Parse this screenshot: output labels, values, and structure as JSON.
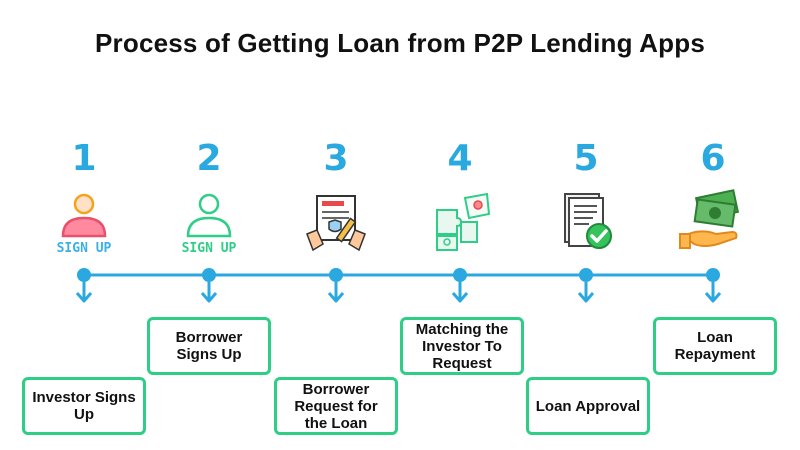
{
  "title": "Process of Getting Loan from P2P Lending Apps",
  "accent_color": "#2aa8e0",
  "box_border_color": "#2fce86",
  "steps": [
    {
      "number": "1",
      "icon": "person-sign-up-icon",
      "icon_text": "SIGN UP",
      "label": "Investor Signs Up"
    },
    {
      "number": "2",
      "icon": "person-sign-up-icon",
      "icon_text": "SIGN UP",
      "label": "Borrower Signs Up"
    },
    {
      "number": "3",
      "icon": "document-request-icon",
      "icon_text": "",
      "label": "Borrower Request for the Loan"
    },
    {
      "number": "4",
      "icon": "puzzle-match-icon",
      "icon_text": "",
      "label": "Matching the Investor To Request"
    },
    {
      "number": "5",
      "icon": "document-approved-icon",
      "icon_text": "",
      "label": "Loan Approval"
    },
    {
      "number": "6",
      "icon": "money-hand-icon",
      "icon_text": "",
      "label": "Loan Repayment"
    }
  ]
}
